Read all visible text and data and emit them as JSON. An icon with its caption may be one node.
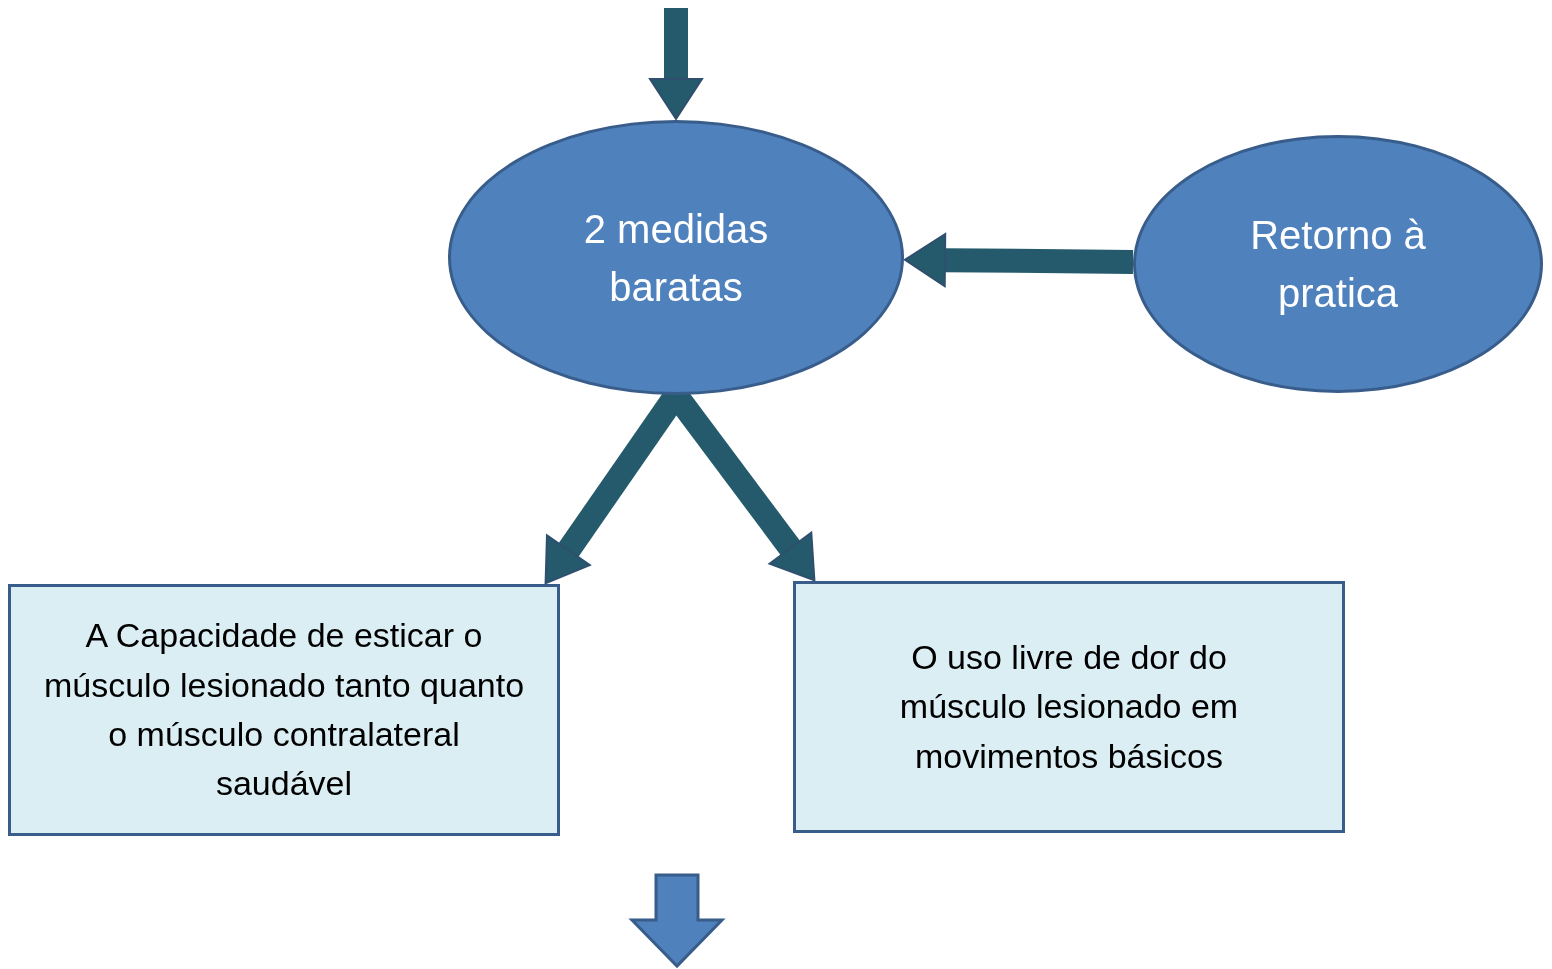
{
  "diagram": {
    "nodes": [
      {
        "text": [
          "2 medidas baratas"
        ]
      },
      {
        "text": [
          "Retorno à pratica"
        ]
      },
      {
        "text": [
          "A Capacidade de esticar o músculo lesionado tanto quanto o músculo contralateral saudável"
        ]
      },
      {
        "text": [
          "O uso livre de dor do músculo lesionado em movimentos básicos"
        ]
      }
    ],
    "edges": [
      {
        "from": null,
        "to": 0,
        "arrow": "to"
      },
      {
        "from": 1,
        "to": 0,
        "arrow": "to"
      },
      {
        "from": 0,
        "to": 2,
        "arrow": "to"
      },
      {
        "from": 0,
        "to": 3,
        "arrow": "to"
      }
    ]
  }
}
